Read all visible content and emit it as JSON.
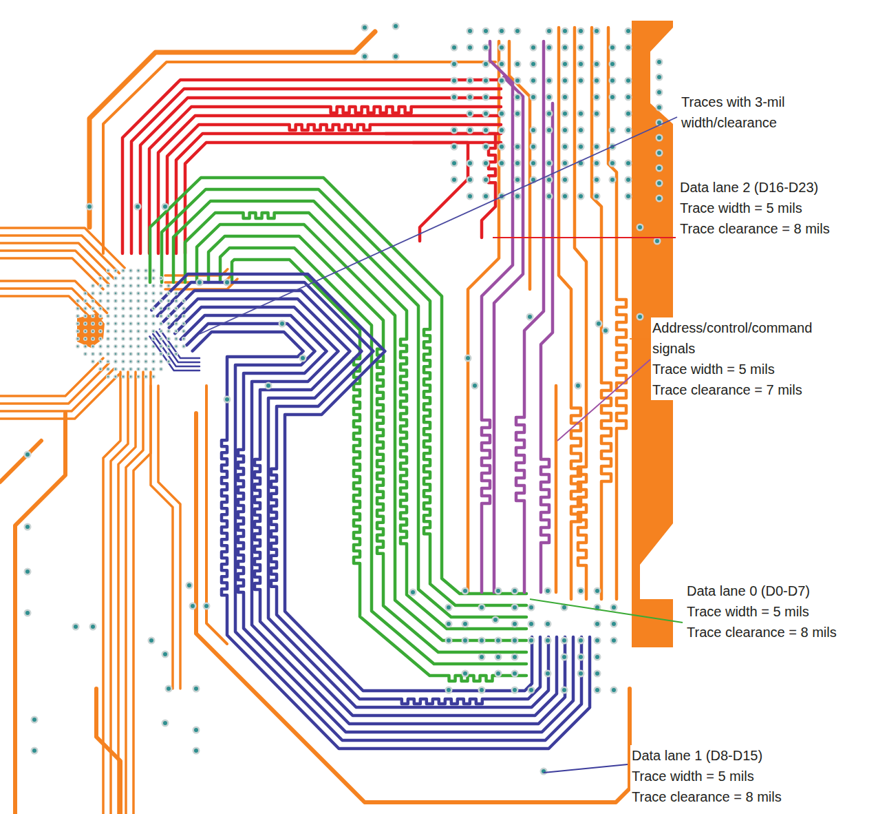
{
  "diagram": {
    "labels": [
      "Traces with 3-mil width/clearance",
      "Data lane 2 (D16-D23)",
      "Trace width = 5 mils",
      "Trace clearance = 8 mils",
      "Address/control/command signals",
      "Trace width = 5 mils",
      "Trace clearance = 7 mils",
      "Data lane 0 (D0-D7)",
      "Trace width = 5 mils",
      "Trace clearance = 8 mils",
      "Data lane 1 (D8-D15)",
      "Trace width = 5 mils",
      "Trace clearance = 8 mils"
    ]
  }
}
